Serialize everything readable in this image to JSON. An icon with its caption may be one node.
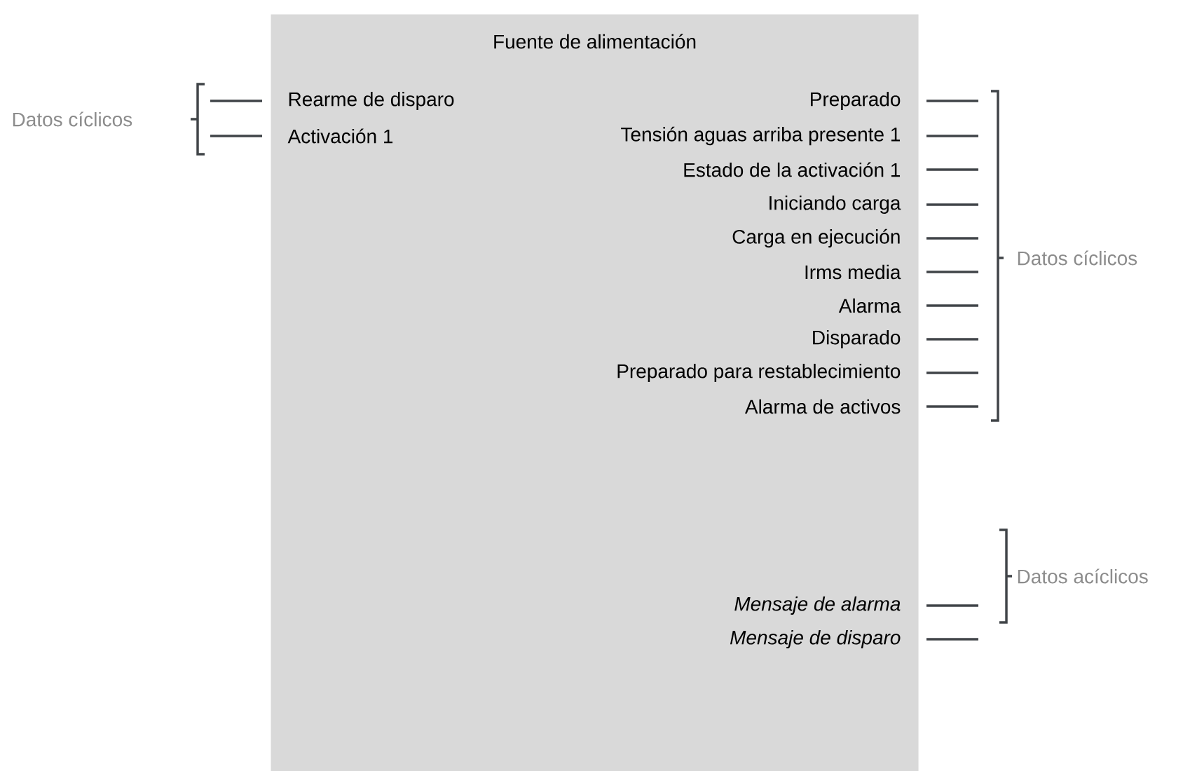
{
  "diagram": {
    "nodes": [
      {
        "text": [
          "Fuente de alimentación"
        ]
      }
    ],
    "labels": [
      "Datos cíclicos",
      "Rearme de disparo",
      "Activación 1",
      "Preparado",
      "Tensión aguas arriba presente 1",
      "Estado de la activación 1",
      "Iniciando carga",
      "Carga en ejecución",
      "Irms media",
      "Alarma",
      "Disparado",
      "Preparado para restablecimiento",
      "Alarma de activos",
      "Datos cíclicos",
      "Mensaje de alarma",
      "Mensaje de disparo",
      "Datos acíclicos"
    ]
  }
}
